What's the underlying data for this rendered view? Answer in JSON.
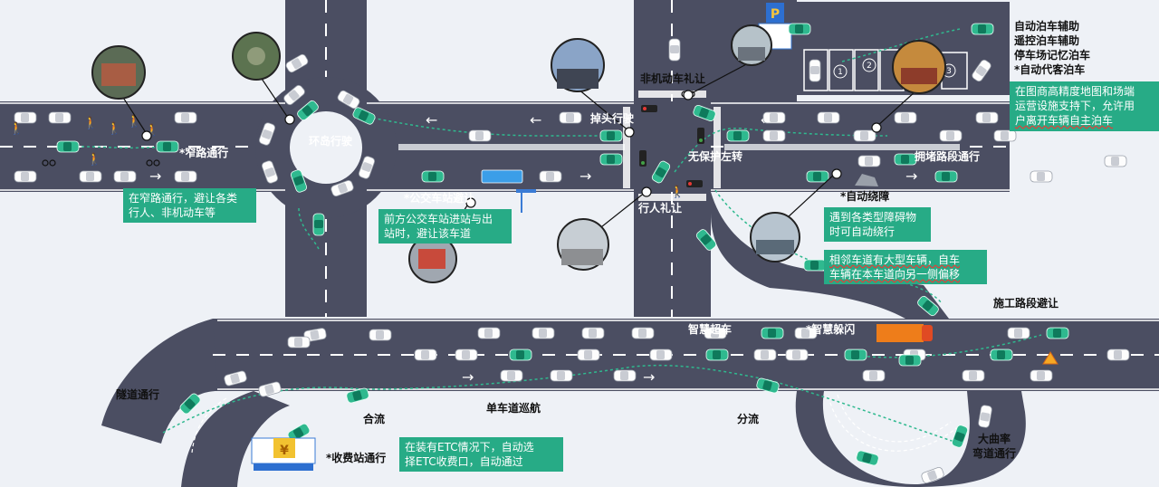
{
  "labels": {
    "narrow_road": "*窄路通行",
    "roundabout": "环岛行驶",
    "bus_stop": "*公交车站避让",
    "u_turn": "掉头行驶",
    "yield_non_motor": "非机动车礼让",
    "unprotected_left": "无保护左转",
    "yield_pedestrian": "行人礼让",
    "congested": "拥堵路段通行",
    "avoid_obstacle": "*自动绕障",
    "construction": "施工路段避让",
    "smart_overtake": "智慧超车",
    "smart_dodge": "*智慧躲闪",
    "tunnel": "隧道通行",
    "merge": "合流",
    "single_lane": "单车道巡航",
    "diverge": "分流",
    "toll": "*收费站通行",
    "big_curve_1": "大曲率",
    "big_curve_2": "弯道通行"
  },
  "parking_features": [
    "自动泊车辅助",
    "遥控泊车辅助",
    "停车场记忆泊车",
    "*自动代客泊车"
  ],
  "parking_slots": [
    "1",
    "2",
    "3"
  ],
  "boxes": {
    "narrow": [
      "在窄路通行，避让各类",
      "行人、非机动车等"
    ],
    "bus": [
      "前方公交车站进站与出",
      "站时，避让该车道"
    ],
    "obstacle": [
      "遇到各类型障碍物",
      "时可自动绕行"
    ],
    "lateral": [
      "相邻车道有大型车辆，自车",
      "车辆在本车道向另一侧偏移"
    ],
    "parking": [
      "在图商高精度地图和场端",
      "运营设施支持下，允许用",
      "户离开车辆自主泊车"
    ],
    "etc": [
      "在装有ETC情况下，自动选",
      "择ETC收费口，自动通过"
    ]
  },
  "icons": {
    "parking_p": "P",
    "toll_yen": "¥"
  },
  "colors": {
    "road": "#4b4e62",
    "ego_car": "#2fb98f",
    "note_box": "#27ab86",
    "truck": "#ee7d1a"
  }
}
